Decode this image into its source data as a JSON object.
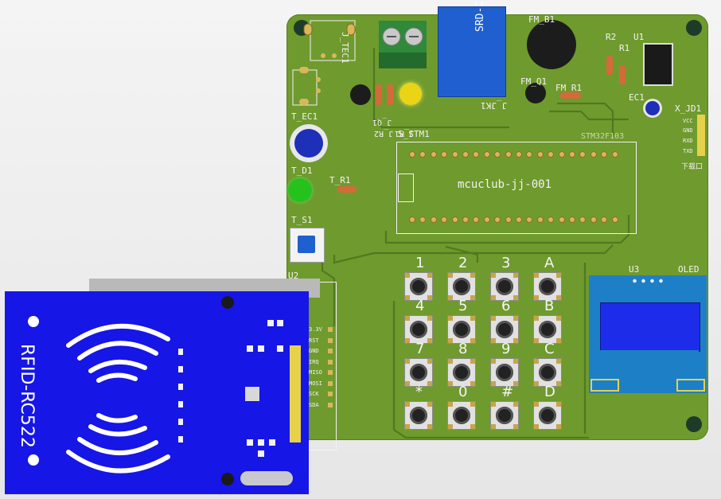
{
  "labels": {
    "tec1": "J_TEC1",
    "relay": "SRD-C",
    "jjk1": "J_JK1",
    "buzzer": "FM_B1",
    "r2": "R2",
    "r1": "R1",
    "u1": "U1",
    "fmq1": "FM_Q1",
    "fmr1": "FM_R1",
    "ec1": "EC1",
    "xjd1": "X_JD1",
    "tec_cap": "T_EC1",
    "jq1": "J_Q1",
    "jr1": "J_R1",
    "jr2": "J_R2",
    "sstm1": "S_STM1",
    "stm_part": "STM32F103",
    "module": "mcuclub-jj-001",
    "td1": "T_D1",
    "tr1": "T_R1",
    "ts1": "T_S1",
    "u2": "U2",
    "u3": "U3",
    "oled": "OLED",
    "rfid": "RFID-RC522",
    "xjd_pins": [
      "VCC",
      "GND",
      "RXD",
      "TXD"
    ],
    "xjd_note": "下载口",
    "rfid_pins": [
      "3.3V",
      "RST",
      "GND",
      "IRQ",
      "MISO",
      "MOSI",
      "SCK",
      "SDA"
    ]
  },
  "keypad": [
    [
      "1",
      "2",
      "3",
      "A"
    ],
    [
      "4",
      "5",
      "6",
      "B"
    ],
    [
      "7",
      "8",
      "9",
      "C"
    ],
    [
      "*",
      "0",
      "#",
      "D"
    ]
  ],
  "colors": {
    "board": "#6f9a2e",
    "rfid": "#1616e6",
    "oled": "#1d7fc6",
    "relay": "#1f5fd0"
  }
}
